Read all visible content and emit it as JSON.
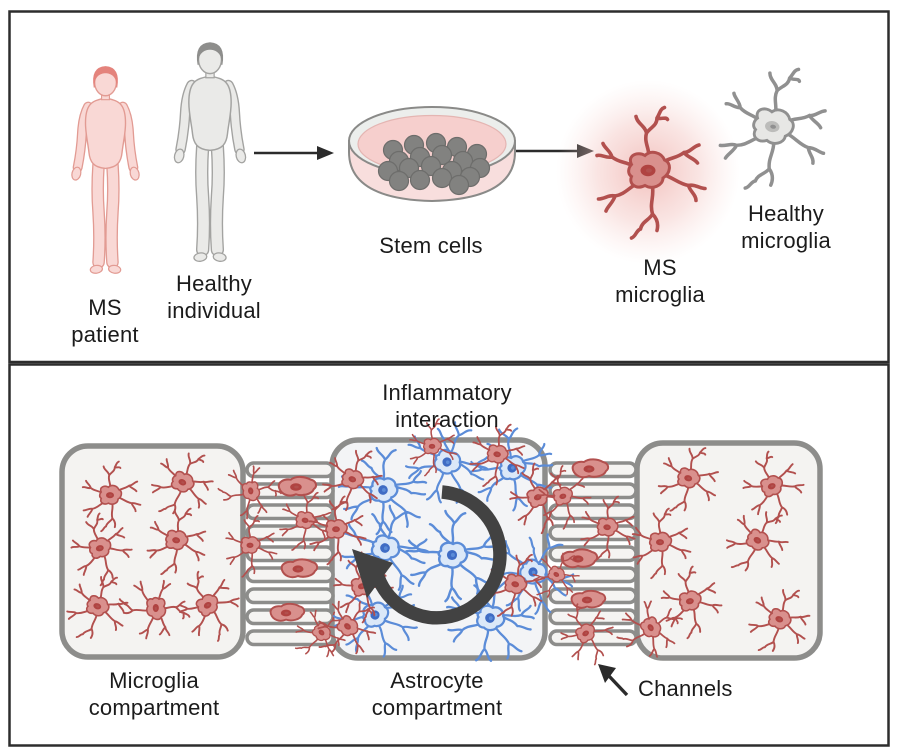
{
  "top_panel": {
    "labels": {
      "ms_patient": "MS\npatient",
      "healthy_individual": "Healthy\nindividual",
      "stem_cells": "Stem cells",
      "ms_microglia": "MS\nmicroglia",
      "healthy_microglia": "Healthy\nmicroglia"
    }
  },
  "bottom_panel": {
    "labels": {
      "inflammatory_interaction": "Inflammatory\ninteraction",
      "microglia_compartment": "Microglia\ncompartment",
      "astrocyte_compartment": "Astrocyte\ncompartment",
      "channels": "Channels"
    }
  },
  "colors": {
    "panel_border": "#2d2d2d",
    "arrow": "#2b2b2b",
    "circular_arrow": "#424242",
    "ms_red_line": "#b2504e",
    "ms_red_fill": "#d9908d",
    "ms_red_nucleus": "#b04341",
    "ms_glow": "#f0b6b2",
    "healthy_gray_line": "#909090",
    "healthy_gray_fill": "#e7e7e5",
    "healthy_gray_nucleus": "#bcbcba",
    "astro_blue_line": "#5b8cd8",
    "astro_blue_fill": "#dbe8f8",
    "astro_blue_nucleus": "#3f6cc4",
    "compartment_fill": "#f4f3f1",
    "compartment_border": "#8d8d8b",
    "channel_fill": "#f5f4f2",
    "person_ms_skin": "#f9d8d5",
    "person_ms_line": "#e29b93",
    "person_ms_hair": "#e4837c",
    "person_healthy_skin": "#eaeae8",
    "person_healthy_line": "#a3a3a1",
    "person_healthy_hair": "#8e8e8c",
    "petri_rim": "#eceeec",
    "petri_media": "#f6cfcd",
    "petri_wall": "#f8dedd",
    "petri_line": "#8a8a88",
    "stem_cell": "#828280",
    "text": "#1b1b1b"
  }
}
